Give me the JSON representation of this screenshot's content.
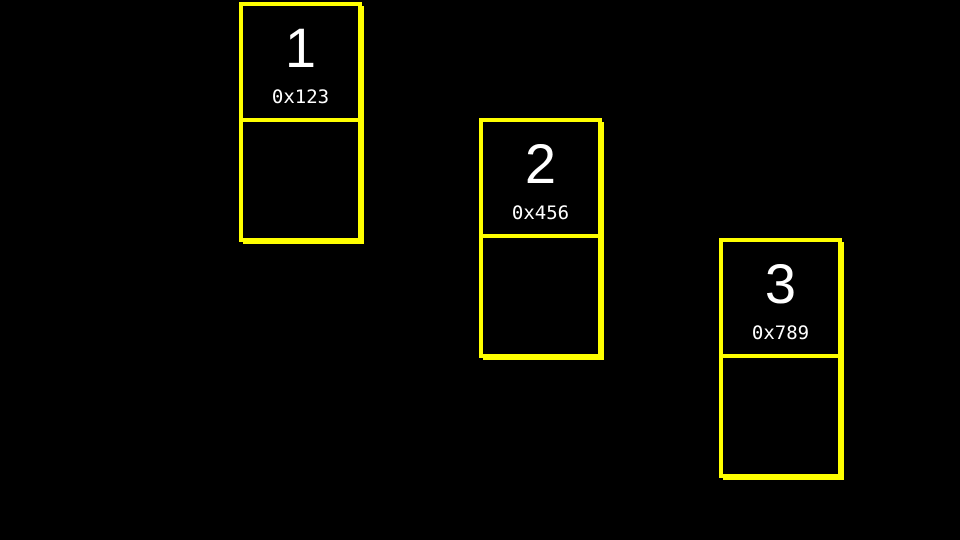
{
  "canvas": {
    "background_color": "#000000",
    "node_border_color": "#FFFF00",
    "text_color": "#FFFFFF"
  },
  "nodes": [
    {
      "value": "1",
      "address": "0x123"
    },
    {
      "value": "2",
      "address": "0x456"
    },
    {
      "value": "3",
      "address": "0x789"
    }
  ]
}
